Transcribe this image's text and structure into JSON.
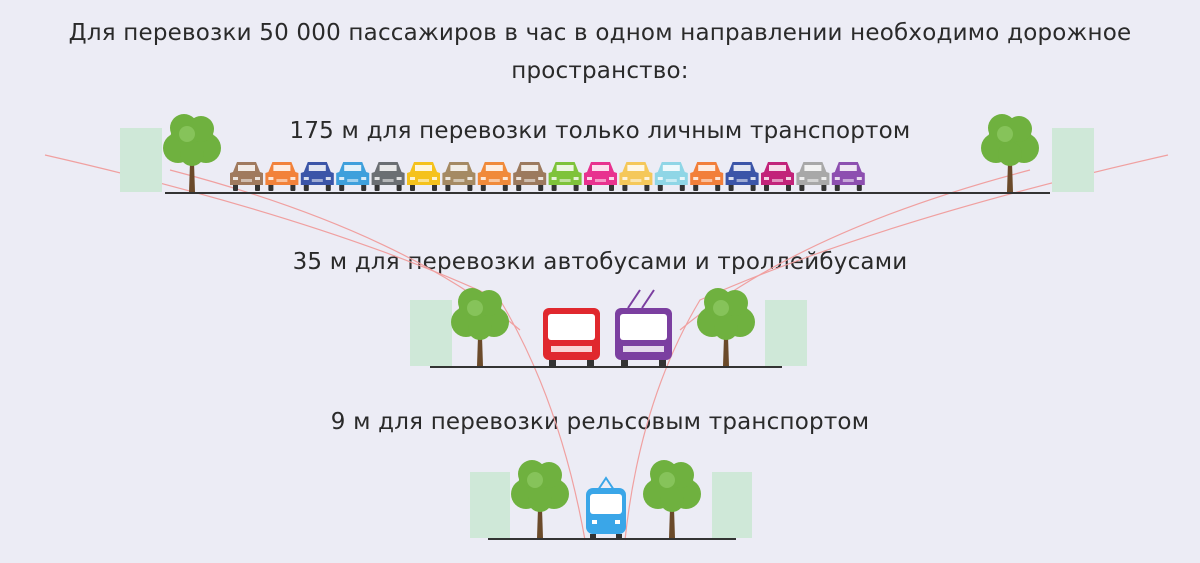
{
  "title": "Для перевозки 50 000 пассажиров в час в одном направлении необходимо дорожное пространство:",
  "rows": [
    {
      "label": "175 м для перевозки только личным транспортом"
    },
    {
      "label": "35 м для перевозки автобусами и троллейбусами"
    },
    {
      "label": "9 м для перевозки рельсовым транспортом"
    }
  ],
  "colors": {
    "background": "#ececf5",
    "road": "#333333",
    "guide_line": "#f0a0a0",
    "building": "#cfe8d8",
    "tree_foliage": "#6fb13f",
    "tree_trunk": "#6b4a2a",
    "car_colors": [
      "#a07a5e",
      "#f2823a",
      "#3b55a8",
      "#3ea0dc",
      "#6b6f73",
      "#f5c21c",
      "#a58a63",
      "#f08a3a",
      "#9c7a5e",
      "#7ec33a",
      "#e8328f",
      "#f5c85a",
      "#8fd6e6",
      "#f27f3a",
      "#3b55a8",
      "#c2237a",
      "#a8a8a8",
      "#8d4fb0"
    ],
    "bus": "#e0282e",
    "trolleybus": "#7b3fa0",
    "tram": "#3aa6e8"
  },
  "icons": [
    "car-icon",
    "tree-icon",
    "bus-icon",
    "trolleybus-icon",
    "tram-icon",
    "building-icon"
  ]
}
